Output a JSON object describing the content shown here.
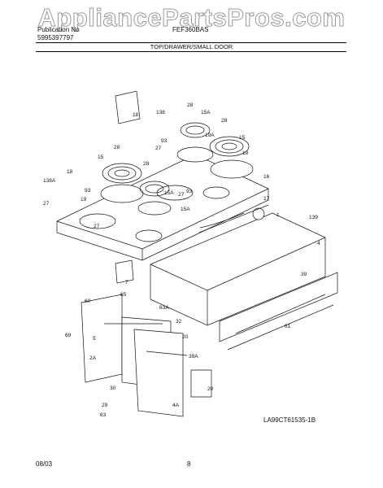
{
  "watermark": "AppliancePartsPros.com",
  "header": {
    "left_line1": "Publication No",
    "left_line2": "5995397797",
    "right_line1": "FEF360BAS",
    "page_title": "TOP/DRAWER/SMALL DOOR"
  },
  "footer": {
    "date": "08/03",
    "page": "8",
    "illustration_id": "LA99CT61535-1B"
  },
  "callouts": [
    "18",
    "138",
    "28",
    "15A",
    "28",
    "19A",
    "15",
    "93",
    "27",
    "19",
    "28",
    "16",
    "15",
    "28",
    "138A",
    "18",
    "93",
    "27",
    "19",
    "15A",
    "93",
    "27",
    "15A",
    "17",
    "1",
    "139",
    "4",
    "7",
    "27",
    "39",
    "65",
    "60",
    "63A",
    "32",
    "69",
    "20",
    "5",
    "61",
    "2A",
    "39A",
    "20",
    "30",
    "29",
    "4A",
    "63"
  ]
}
